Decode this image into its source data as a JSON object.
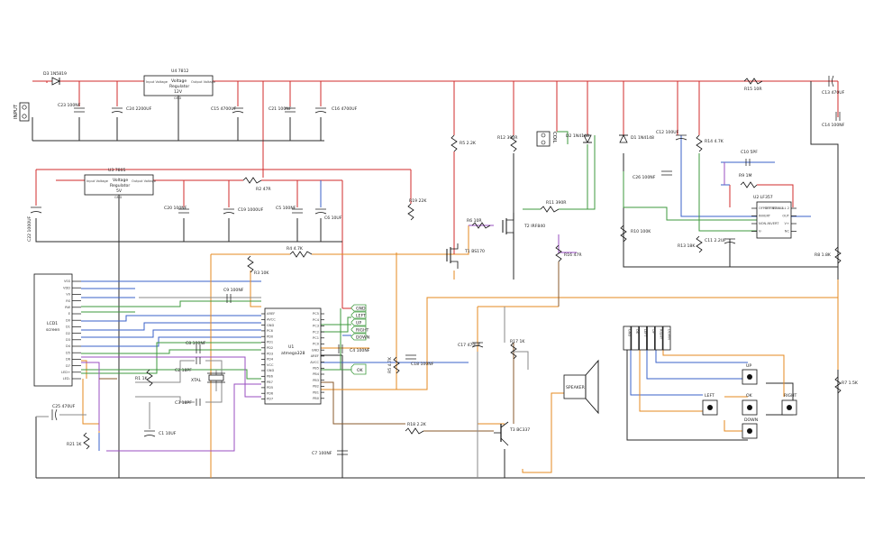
{
  "colors": {
    "red": "#d22b2b",
    "black": "#2a2a2a",
    "blue": "#3a62c9",
    "orange": "#e58a1f",
    "green": "#3d9a3d",
    "purple": "#9a4fc0",
    "brown": "#8a5a2b",
    "gray": "#8a8a8a"
  },
  "input_label": "INPUT",
  "d3": "D3 1N5819",
  "u4": {
    "name": "U4 7812",
    "line1": "Voltage",
    "line2": "Regulator",
    "line3": "12V",
    "pin_in": "Input Voltage",
    "pin_out": "Output Voltage",
    "pin_gnd": "GND"
  },
  "u3": {
    "name": "U3 7805",
    "line1": "Voltage",
    "line2": "Regulator",
    "line3": "5V",
    "pin_in": "Input Voltage",
    "pin_out": "Output Voltage",
    "pin_gnd": "GND"
  },
  "caps_top": [
    "C23 100NF",
    "C24 2200UF",
    "C15 4700UF",
    "C21 100NF",
    "C16 4700UF"
  ],
  "c22": "C22 1000UF",
  "caps_mid": [
    "C20 100NF",
    "C19 1000UF",
    "C5 100NF",
    "C6 10UF"
  ],
  "r2": "R2 47R",
  "r19": "R19 22K",
  "r4": "R4 4.7K",
  "r3": "R3 10K",
  "c9": "C9 100NF",
  "lcd": {
    "name": "LCD1",
    "sub": "screen",
    "pins": [
      "VSS",
      "VDD",
      "V0",
      "RS",
      "RW",
      "E",
      "D0",
      "D1",
      "D2",
      "D3",
      "D4",
      "D5",
      "D6",
      "D7",
      "LED+",
      "LED-"
    ]
  },
  "u1": {
    "name": "U1",
    "part": "atmega328",
    "left_pins": [
      "AREF",
      "AVCC",
      "GND",
      "PC6",
      "PD0",
      "PD1",
      "PD2",
      "PD3",
      "PD4",
      "VCC",
      "GND",
      "PB6",
      "PB7",
      "PD5",
      "PD6",
      "PD7"
    ],
    "right_pins": [
      "PC5",
      "PC4",
      "PC3",
      "PC2",
      "PC1",
      "PC0",
      "GND",
      "AREF",
      "AVCC",
      "PB5",
      "PB4",
      "PB3",
      "PB2",
      "PB1",
      "PB0"
    ]
  },
  "buttons_net": [
    "GND",
    "LEFT",
    "UP",
    "RIGHT",
    "DOWN"
  ],
  "ok_net": "OK",
  "c8": "C8 100NF",
  "c2": "C2 18PF",
  "xtal": "XTAL",
  "c3": "C3 18PF",
  "r1": "R1 1K",
  "c1": "C1 10UF",
  "c4": "C4 100NF",
  "r5b": "R5 4.7K",
  "c18": "C18 100NF",
  "c25": "C25 470UF",
  "r21": "R21 1K",
  "c7": "C7 100NF",
  "r18": "R18 2.2K",
  "r5": "R5 2.2K",
  "r12": "R12 390R",
  "coil": "COIL",
  "d2": "D2 1N4148",
  "r6": "R6 10R",
  "t2": "T2 IRF840",
  "t1": "T1 BS170",
  "r11": "R11 390R",
  "r16": "R16 47R",
  "d1": "D1 1N4148",
  "c26": "C26 100NF",
  "r10": "R10 100K",
  "c12": "C12 100UF",
  "r14": "R14 4.7K",
  "c10": "C10 5PF",
  "r9": "R9 1M",
  "u2": {
    "name": "U2 LF357",
    "pins": [
      "OFFSET NULL 1",
      "INVERT",
      "NON-INVERT",
      "V-",
      "OFFSET NULL 2",
      "OUT",
      "V+",
      "NC"
    ]
  },
  "r13": "R13 18K",
  "c11": "C11 2.2UF",
  "r15": "R15 10R",
  "c13": "C13 470UF",
  "c14": "C14 100NF",
  "r8": "R8 1.8K",
  "r7": "R7 1.5K",
  "c17": "C17 470UF",
  "r17": "R17 1K",
  "speaker": "SPEAKER",
  "t3": "T3 BC337",
  "conn_pins": [
    "GND",
    "OK",
    "LEFT",
    "UP",
    "RIGHT",
    "DOWN"
  ],
  "keys": {
    "up": "UP",
    "left": "LEFT",
    "ok": "OK",
    "right": "RIGHT",
    "down": "DOWN"
  }
}
